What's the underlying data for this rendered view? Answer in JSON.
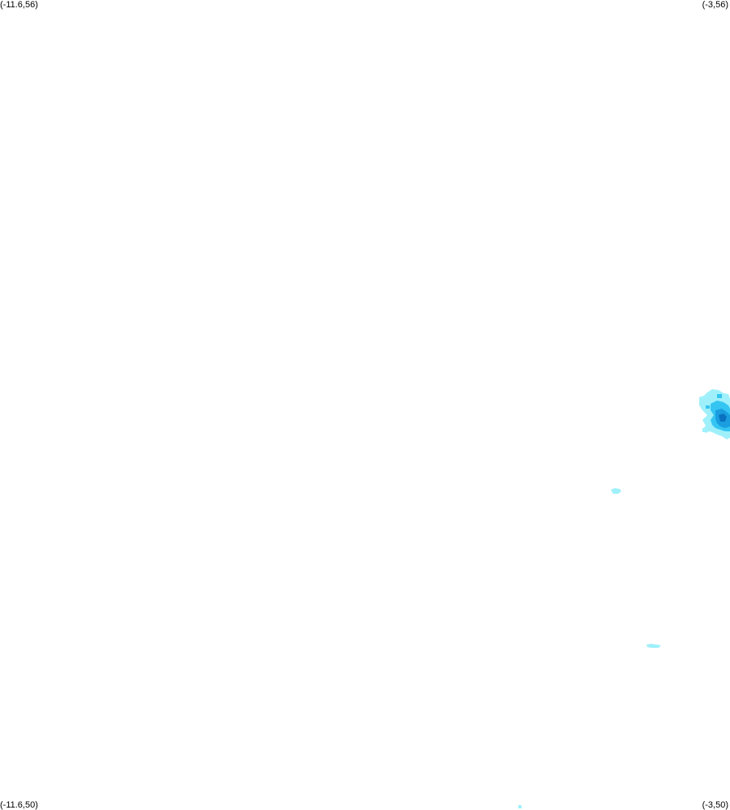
{
  "map": {
    "corners": {
      "top_left": "(-11.6,56)",
      "top_right": "(-3,56)",
      "bottom_left": "(-11.6,50)",
      "bottom_right": "(-3,50)"
    },
    "bounds": {
      "lon_min": -11.6,
      "lon_max": -3,
      "lat_min": 50,
      "lat_max": 56
    },
    "colors": {
      "background": "#ffffff",
      "level_light": "#9ff0fa",
      "level_medium": "#35c5f2",
      "level_strong": "#1a9ee0",
      "level_core": "#0a72c0"
    }
  }
}
